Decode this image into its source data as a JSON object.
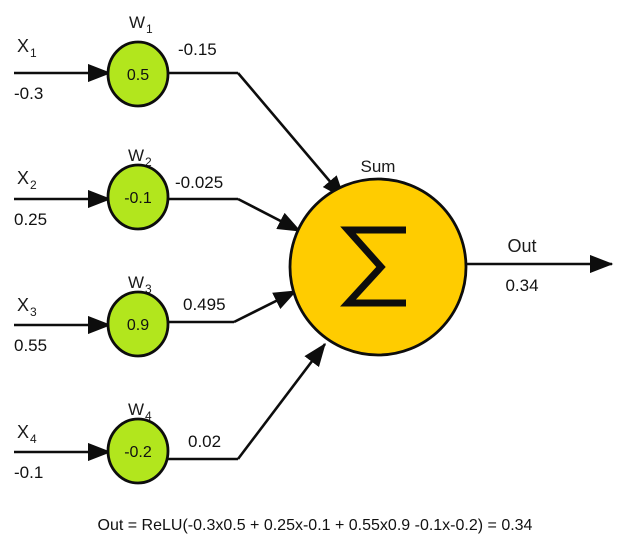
{
  "diagram": {
    "title": "artificial-neuron-relu",
    "colors": {
      "weight_node_fill": "#b2e61d",
      "sum_node_fill": "#ffcc00",
      "stroke": "#0d0d0d",
      "background": "#ffffff",
      "text": "#111111"
    },
    "inputs": [
      {
        "name": "X",
        "subscript": "1",
        "value": "-0.3"
      },
      {
        "name": "X",
        "subscript": "2",
        "value": "0.25"
      },
      {
        "name": "X",
        "subscript": "3",
        "value": "0.55"
      },
      {
        "name": "X",
        "subscript": "4",
        "value": "-0.1"
      }
    ],
    "weights": [
      {
        "name": "W",
        "subscript": "1",
        "value": "0.5",
        "product": "-0.15"
      },
      {
        "name": "W",
        "subscript": "2",
        "value": "-0.1",
        "product": "-0.025"
      },
      {
        "name": "W",
        "subscript": "3",
        "value": "0.9",
        "product": "0.495"
      },
      {
        "name": "W",
        "subscript": "4",
        "value": "-0.2",
        "product": "0.02"
      }
    ],
    "sum_node": {
      "label": "Sum",
      "glyph": "sigma"
    },
    "output": {
      "label": "Out",
      "value": "0.34"
    },
    "equation": "Out = ReLU(-0.3x0.5 + 0.25x-0.1 + 0.55x0.9 -0.1x-0.2) = 0.34"
  },
  "chart_data": {
    "type": "diagram",
    "title": "Artificial neuron with ReLU activation",
    "nodes": [
      {
        "id": "x1",
        "kind": "input",
        "label": "X1",
        "value": -0.3
      },
      {
        "id": "x2",
        "kind": "input",
        "label": "X2",
        "value": 0.25
      },
      {
        "id": "x3",
        "kind": "input",
        "label": "X3",
        "value": 0.55
      },
      {
        "id": "x4",
        "kind": "input",
        "label": "X4",
        "value": -0.1
      },
      {
        "id": "w1",
        "kind": "weight",
        "label": "W1",
        "value": 0.5
      },
      {
        "id": "w2",
        "kind": "weight",
        "label": "W2",
        "value": -0.1
      },
      {
        "id": "w3",
        "kind": "weight",
        "label": "W3",
        "value": 0.9
      },
      {
        "id": "w4",
        "kind": "weight",
        "label": "W4",
        "value": -0.2
      },
      {
        "id": "sum",
        "kind": "sum",
        "label": "Sum"
      },
      {
        "id": "out",
        "kind": "output",
        "label": "Out",
        "value": 0.34
      }
    ],
    "edges": [
      {
        "from": "x1",
        "to": "w1"
      },
      {
        "from": "x2",
        "to": "w2"
      },
      {
        "from": "x3",
        "to": "w3"
      },
      {
        "from": "x4",
        "to": "w4"
      },
      {
        "from": "w1",
        "to": "sum",
        "label": "-0.15"
      },
      {
        "from": "w2",
        "to": "sum",
        "label": "-0.025"
      },
      {
        "from": "w3",
        "to": "sum",
        "label": "0.495"
      },
      {
        "from": "w4",
        "to": "sum",
        "label": "0.02"
      },
      {
        "from": "sum",
        "to": "out",
        "label": "0.34"
      }
    ]
  }
}
